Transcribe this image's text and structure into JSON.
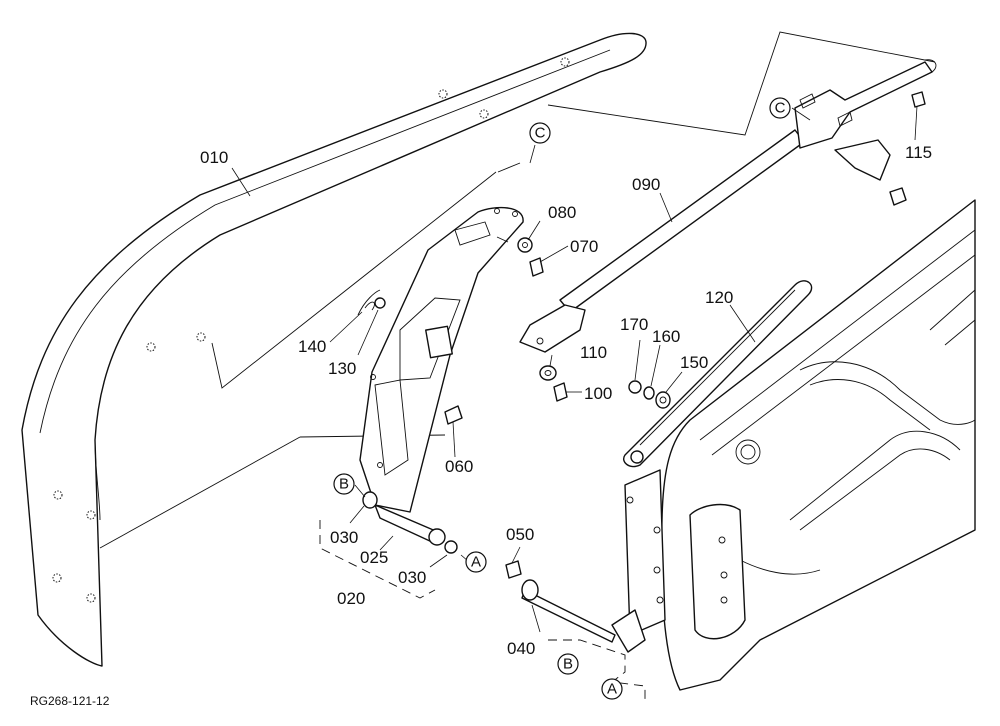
{
  "diagram_code": "RG268-121-12",
  "parts": {
    "p010": "010",
    "p020": "020",
    "p025": "025",
    "p030a": "030",
    "p030b": "030",
    "p040": "040",
    "p050": "050",
    "p060": "060",
    "p070": "070",
    "p080": "080",
    "p090": "090",
    "p100": "100",
    "p110": "110",
    "p115": "115",
    "p120": "120",
    "p130": "130",
    "p140": "140",
    "p150": "150",
    "p160": "160",
    "p170": "170"
  },
  "refs": {
    "c_left": "C",
    "c_right": "C",
    "b_left": "B",
    "b_bottom": "B",
    "a_left": "A",
    "a_bottom": "A"
  }
}
